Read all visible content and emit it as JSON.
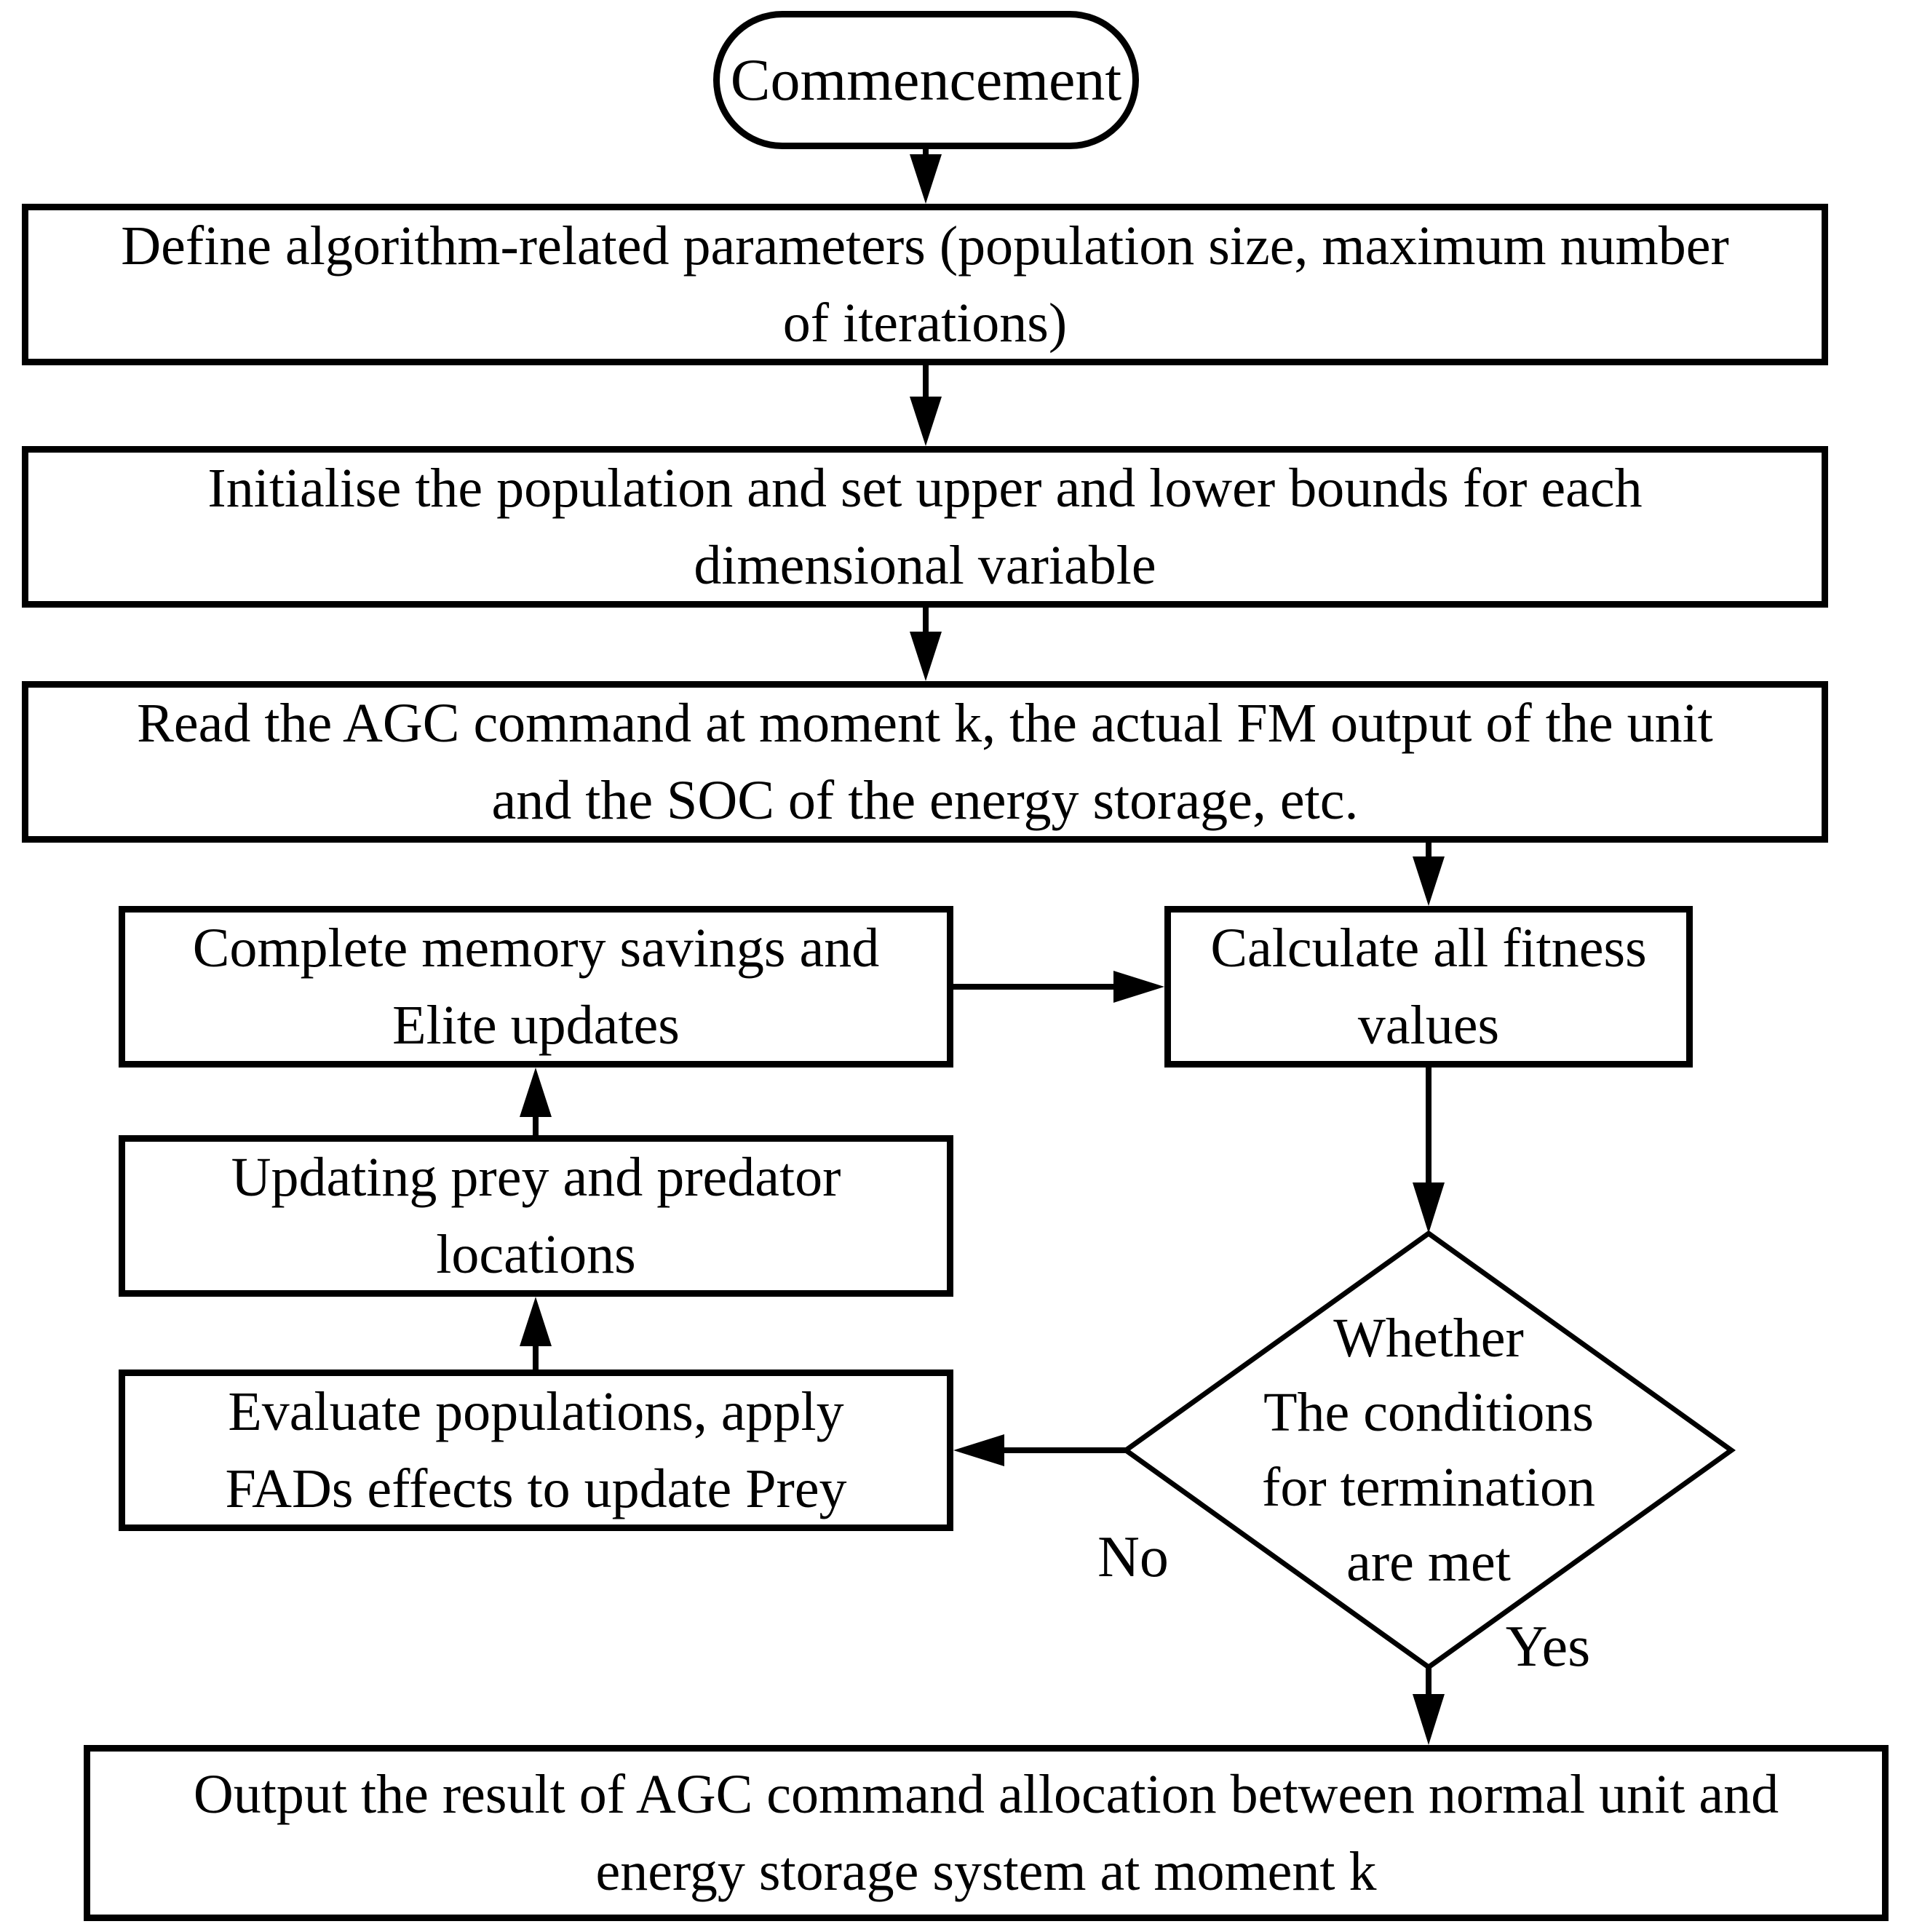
{
  "diagram": {
    "type": "flowchart",
    "colors": {
      "stroke": "#000000",
      "fill": "#ffffff",
      "text": "#000000"
    },
    "nodes": {
      "start": {
        "shape": "terminator",
        "label": "Commencement"
      },
      "define_parameters": {
        "shape": "process",
        "label": "Define algorithm-related parameters (population size, maximum number\nof iterations)"
      },
      "initialise_population": {
        "shape": "process",
        "label": "Initialise the population and set upper and lower bounds for each\ndimensional variable"
      },
      "read_agc": {
        "shape": "process",
        "label": "Read the AGC command at moment k, the actual FM output of the unit\nand the SOC of the energy storage, etc."
      },
      "memory_elite": {
        "shape": "process",
        "label": "Complete memory savings and\nElite updates"
      },
      "calc_fitness": {
        "shape": "process",
        "label": "Calculate all fitness\nvalues"
      },
      "update_locations": {
        "shape": "process",
        "label": "Updating prey and predator\nlocations"
      },
      "evaluate_populations": {
        "shape": "process",
        "label": "Evaluate populations, apply\nFADs effects to update Prey"
      },
      "termination_check": {
        "shape": "decision",
        "label": "Whether\nThe conditions\nfor termination\nare met"
      },
      "output_result": {
        "shape": "process",
        "label": "Output the result of AGC command allocation between normal unit and\nenergy storage system at moment k"
      }
    },
    "edge_labels": {
      "no": "No",
      "yes": "Yes"
    }
  }
}
